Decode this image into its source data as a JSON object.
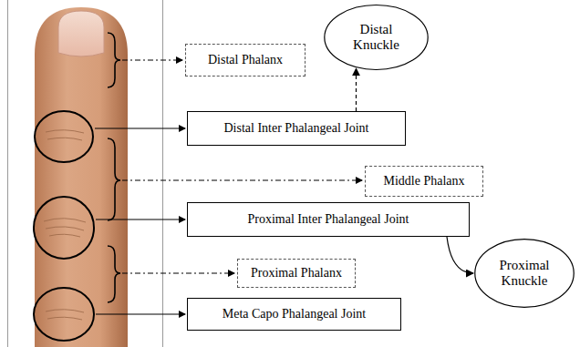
{
  "diagram": {
    "nodes": [
      {
        "text": [
          "Distal Phalanx"
        ]
      },
      {
        "text": [
          "Distal Knuckle"
        ]
      },
      {
        "text": [
          "Distal Inter Phalangeal Joint"
        ]
      },
      {
        "text": [
          "Middle Phalanx"
        ]
      },
      {
        "text": [
          "Proximal Inter Phalangeal Joint"
        ]
      },
      {
        "text": [
          "Proximal Phalanx"
        ]
      },
      {
        "text": [
          "Proximal Knuckle"
        ]
      },
      {
        "text": [
          "Meta Capo Phalangeal Joint"
        ]
      }
    ],
    "edges": [
      {
        "from": 2,
        "to": 1,
        "arrow": "to"
      },
      {
        "from": 4,
        "to": 6,
        "arrow": "to"
      }
    ]
  }
}
